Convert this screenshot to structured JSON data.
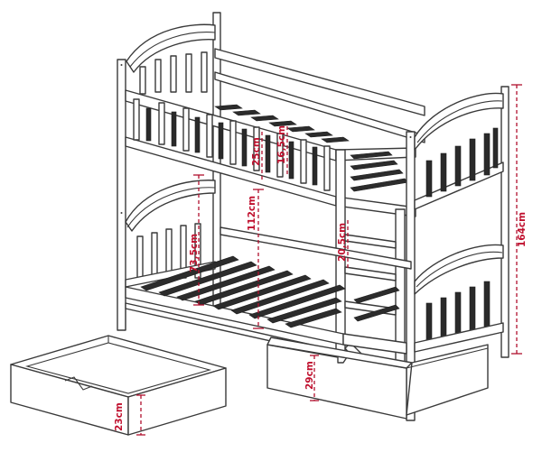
{
  "dimensions": {
    "lower_bed_height": "73,5cm",
    "inner_height": "112cm",
    "upper_rail": "25cm",
    "upper_guard": "16,5cm",
    "ladder_step": "20,5cm",
    "total_height": "164cm",
    "drawer_height": "29cm",
    "drawer_depth": "23cm"
  },
  "colors": {
    "outline": "#3a3a3a",
    "slats": "#2c2c2c",
    "dimension": "#c0102e"
  }
}
